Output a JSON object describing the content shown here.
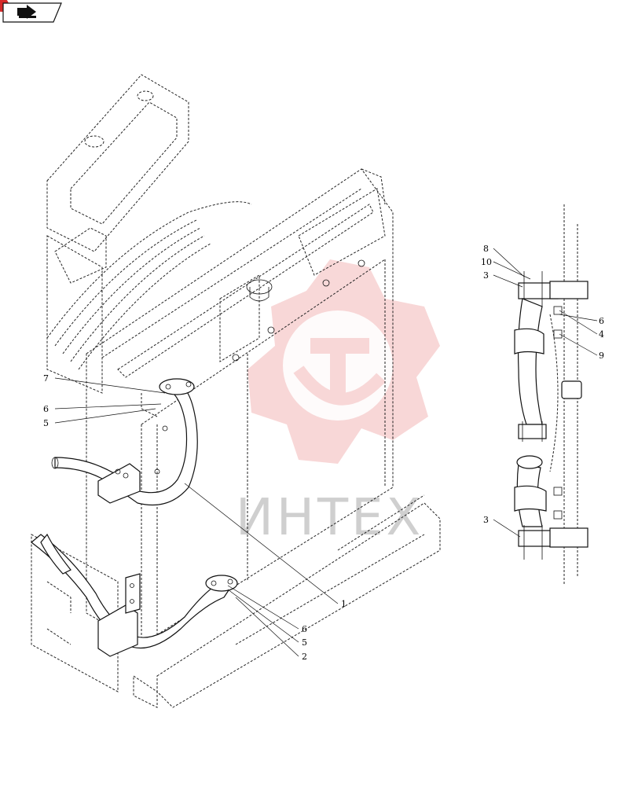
{
  "colors": {
    "line": "#111111",
    "watermark": "#f3b8b8",
    "badge_red": "#d62b2b"
  },
  "icons": {
    "corner_nav": "return-arrow-icon",
    "watermark_logo": "gear-wrench-logo-icon"
  },
  "watermark": {
    "text": "ИНТЕХ"
  },
  "callouts_main": [
    "7",
    "6",
    "5",
    "1",
    "6",
    "5",
    "2"
  ],
  "callouts_detail": [
    "8",
    "10",
    "3",
    "6",
    "4",
    "9",
    "3"
  ]
}
